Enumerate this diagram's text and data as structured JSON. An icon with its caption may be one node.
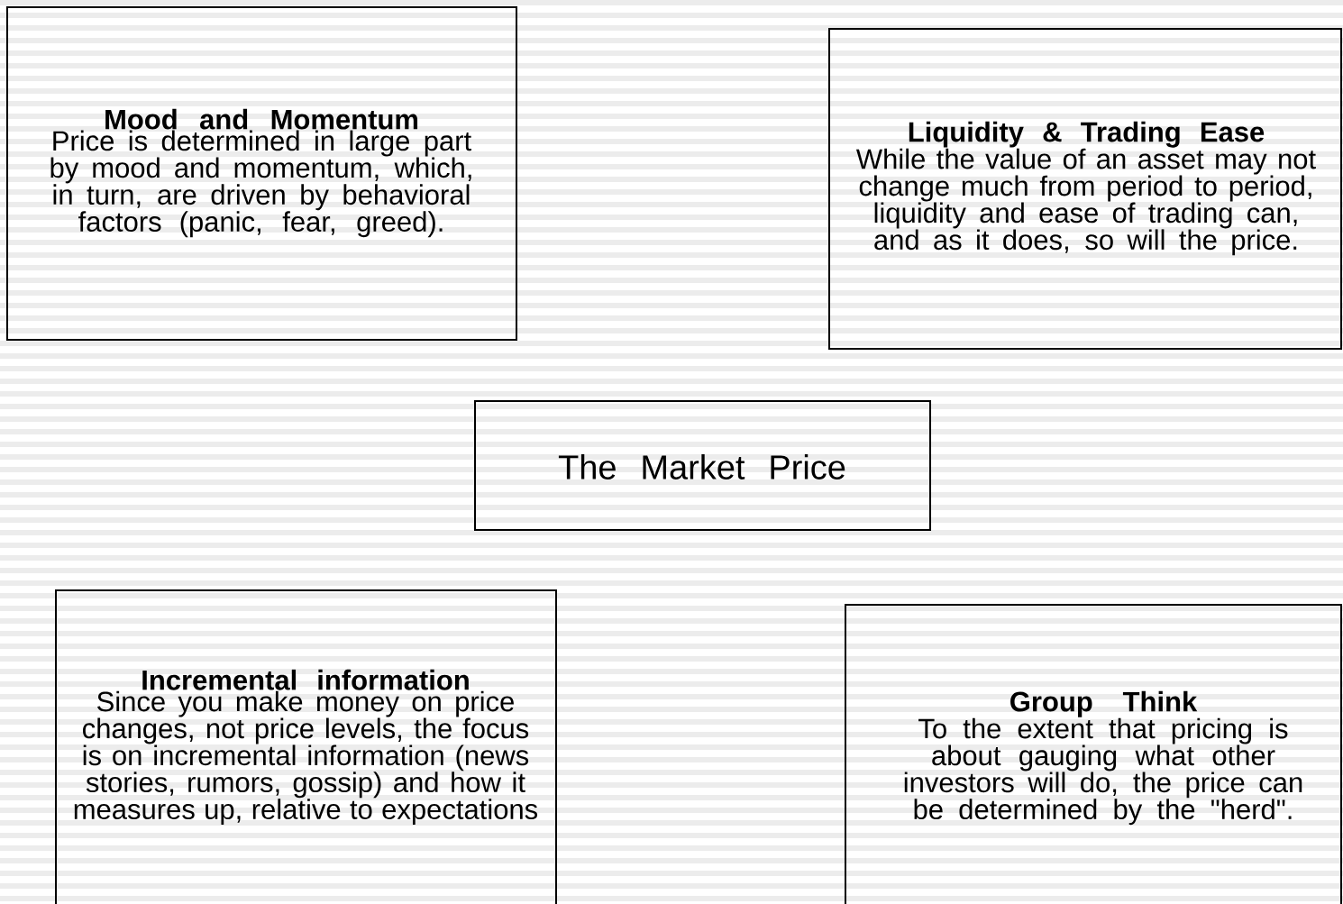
{
  "diagram": {
    "nodes": [
      {
        "text": [
          "The Market Price"
        ]
      },
      {
        "text": [
          "Mood and Momentum",
          "Price is determined in large part by mood and momentum, which, in turn, are driven by behavioral factors (panic, fear, greed)."
        ]
      },
      {
        "text": [
          "Liquidity & Trading Ease",
          "While the value of an asset may not change much from period to period, liquidity and ease of trading can, and as it does, so will the price."
        ]
      },
      {
        "text": [
          "Incremental information",
          "Since you make money on price changes, not price levels, the focus is on incremental information (news stories, rumors, gossip) and how it measures up, relative to expectations"
        ]
      },
      {
        "text": [
          "Group Think",
          "To the extent that pricing is about gauging what other investors will do, the price can be determined by the \"herd\"."
        ]
      }
    ]
  }
}
